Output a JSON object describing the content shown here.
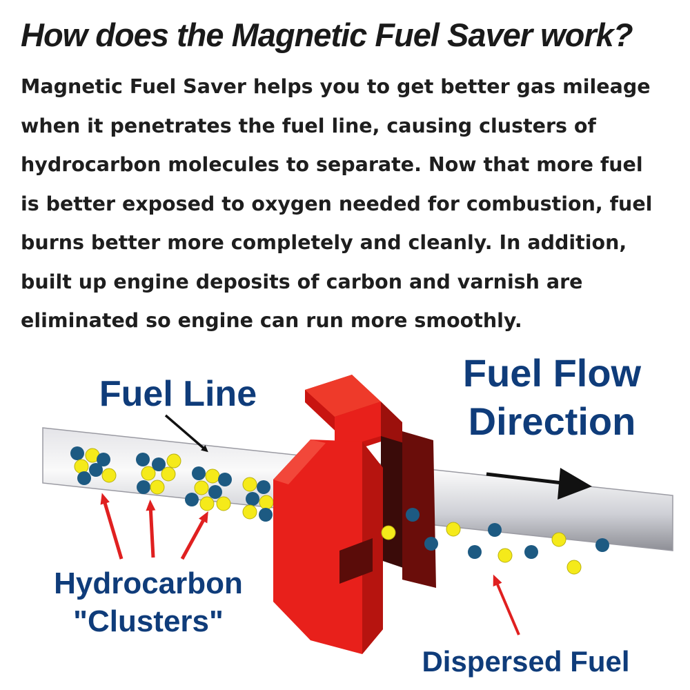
{
  "header": {
    "title": "How does the Magnetic Fuel Saver work?"
  },
  "description": {
    "lines": [
      "Magnetic Fuel Saver helps you to get better gas mileage",
      "when it penetrates the fuel line, causing clusters of",
      "hydrocarbon molecules to separate. Now that more fuel",
      "is better exposed to oxygen needed for combustion, fuel",
      "burns better more completely and cleanly. In addition,",
      "built up engine deposits of carbon and varnish are",
      "eliminated so engine can run more smoothly."
    ]
  },
  "diagram": {
    "fuel_line_label": "Fuel Line",
    "flow_label_line1": "Fuel Flow",
    "flow_label_line2": "Direction",
    "clusters_label_line1": "Hydrocarbon",
    "clusters_label_line2": "\"Clusters\"",
    "dispersed_label": "Dispersed Fuel"
  },
  "colors": {
    "magnet_red": "#e8201b",
    "label_blue": "#0f3c7a",
    "molecule_blue": "#1d5a82",
    "molecule_yellow": "#f5ea1a",
    "pointer_red": "#e02020"
  }
}
